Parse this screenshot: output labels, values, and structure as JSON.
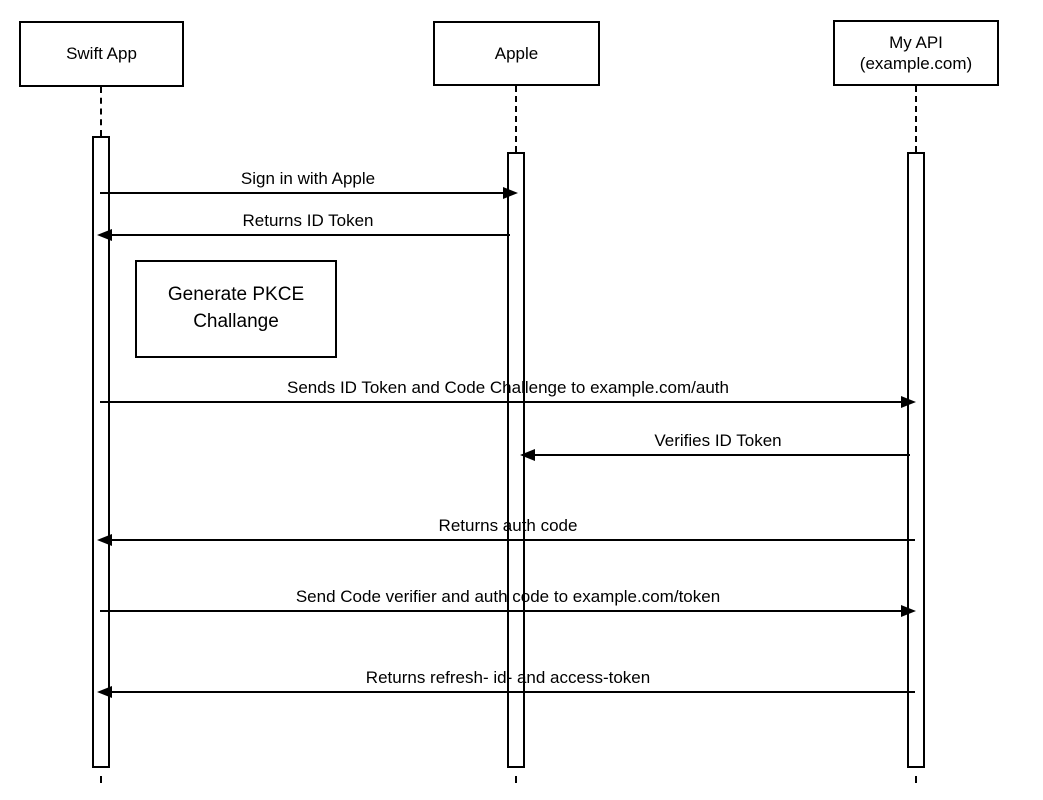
{
  "actors": [
    {
      "name": "Swift App"
    },
    {
      "name": "Apple"
    },
    {
      "name": "My API",
      "subname": "(example.com)"
    }
  ],
  "note": {
    "line1": "Generate PKCE",
    "line2": "Challange"
  },
  "messages": [
    {
      "label": "Sign in with Apple",
      "from": "Swift App",
      "to": "Apple",
      "direction": "right"
    },
    {
      "label": "Returns ID Token",
      "from": "Apple",
      "to": "Swift App",
      "direction": "left"
    },
    {
      "label": "Sends ID Token and Code Challenge to example.com/auth",
      "from": "Swift App",
      "to": "My API",
      "direction": "right"
    },
    {
      "label": "Verifies ID Token",
      "from": "My API",
      "to": "Apple",
      "direction": "left"
    },
    {
      "label": "Returns auth code",
      "from": "My API",
      "to": "Swift App",
      "direction": "left"
    },
    {
      "label": "Send Code verifier and auth code to example.com/token",
      "from": "Swift App",
      "to": "My API",
      "direction": "right"
    },
    {
      "label": "Returns refresh- id- and access-token",
      "from": "My API",
      "to": "Swift App",
      "direction": "left"
    }
  ]
}
